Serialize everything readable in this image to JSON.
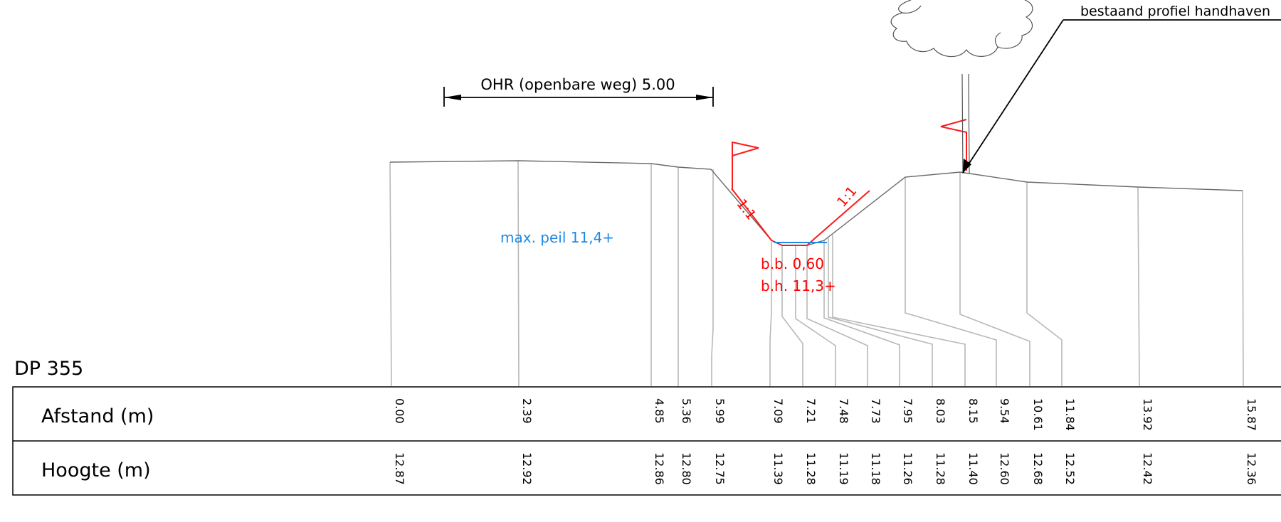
{
  "profile_id": "DP 355",
  "dimension_label": "OHR (openbare weg) 5.00",
  "callout_label": "bestaand profiel handhaven",
  "water_label": "max. peil 11,4+",
  "bottom_width_label": "b.b. 0,60",
  "bottom_height_label": "b.h. 11,3+",
  "slope_left_label": "1:1",
  "slope_right_label": "1:1",
  "table": {
    "row1_label": "Afstand (m)",
    "row2_label": "Hoogte (m)",
    "afstand": [
      "0.00",
      "2.39",
      "4.85",
      "5.36",
      "5.99",
      "7.09",
      "7.21",
      "7.48",
      "7.73",
      "7.95",
      "8.03",
      "8.15",
      "9.54",
      "10.61",
      "11.84",
      "13.92",
      "15.87"
    ],
    "hoogte": [
      "12.87",
      "12.92",
      "12.86",
      "12.80",
      "12.75",
      "11.39",
      "11.28",
      "11.19",
      "11.18",
      "11.26",
      "11.28",
      "11.40",
      "12.60",
      "12.68",
      "12.52",
      "12.42",
      "12.36"
    ]
  },
  "colors": {
    "design": "#ff1a1a",
    "water": "#1e88e5",
    "existing": "#6a6a6a"
  }
}
